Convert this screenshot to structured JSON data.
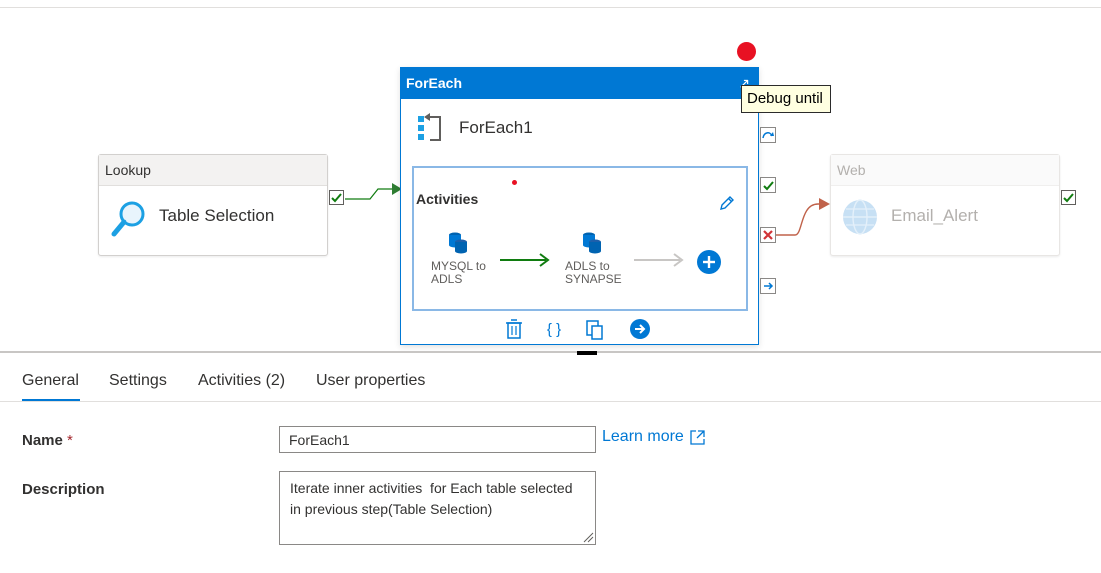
{
  "canvas": {
    "lookup": {
      "type_label": "Lookup",
      "name": "Table Selection"
    },
    "foreach": {
      "type_label": "ForEach",
      "name": "ForEach1",
      "inner_label": "Activities",
      "inner_activities": [
        {
          "label": "MYSQL to\nADLS"
        },
        {
          "label": "ADLS to\nSYNAPSE"
        }
      ]
    },
    "web": {
      "type_label": "Web",
      "name": "Email_Alert"
    },
    "tooltip": "Debug until",
    "colors": {
      "accent": "#0078d4",
      "success": "#107c10",
      "failure": "#d13438",
      "breakpoint": "#e81123"
    }
  },
  "tabs": [
    {
      "label": "General",
      "active": true
    },
    {
      "label": "Settings",
      "active": false
    },
    {
      "label": "Activities (2)",
      "active": false
    },
    {
      "label": "User properties",
      "active": false
    }
  ],
  "form": {
    "name_label": "Name",
    "required_marker": "*",
    "name_value": "ForEach1",
    "learn_more": "Learn more",
    "description_label": "Description",
    "description_value": "Iterate inner activities  for Each table selected in previous step(Table Selection)"
  }
}
